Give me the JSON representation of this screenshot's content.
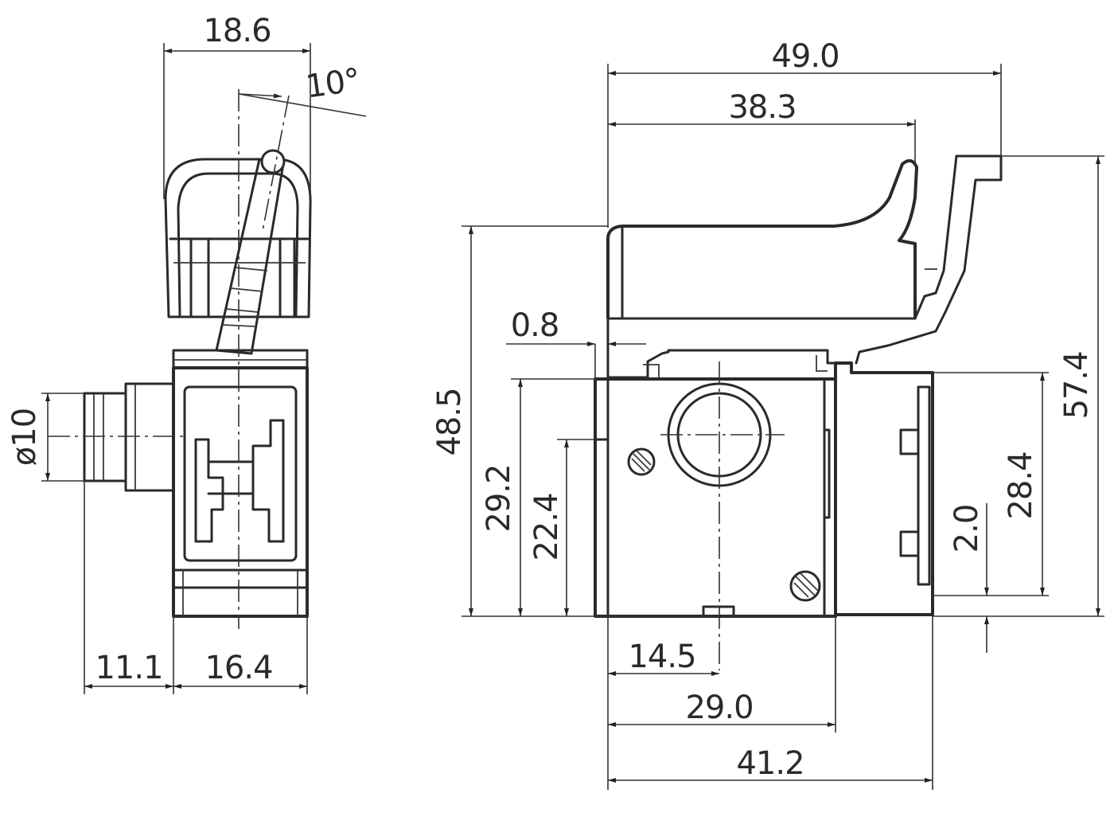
{
  "drawing": {
    "side_view": {
      "width_top": "18.6",
      "angle": "10°",
      "diameter": "ø10",
      "shaft_length": "11.1",
      "body_width": "16.4"
    },
    "front_view": {
      "overall_width": "49.0",
      "trigger_width": "38.3",
      "height_to_trigger": "48.5",
      "overall_height": "57.4",
      "step": "0.8",
      "height_a": "29.2",
      "height_b": "22.4",
      "offset_center": "14.5",
      "body_width": "29.0",
      "total_body_width": "41.2",
      "terminal_offset": "2.0",
      "terminal_height": "28.4"
    }
  }
}
